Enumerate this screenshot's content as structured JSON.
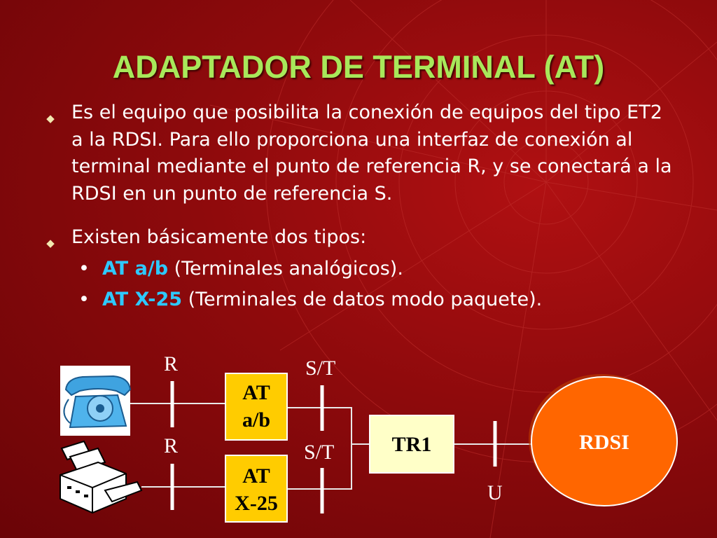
{
  "slide": {
    "title": "ADAPTADOR DE TERMINAL (AT)",
    "bullets": [
      "Es el equipo que posibilita la conexión de equipos del tipo ET2 a la RDSI. Para ello proporciona una interfaz de conexión al terminal mediante el punto de referencia R, y se conectará a la RDSI en un punto de referencia S.",
      "Existen básicamente dos tipos:"
    ],
    "sub_bullets": [
      {
        "marker": "•",
        "highlight": "AT a/b",
        "text": " (Terminales analógicos)."
      },
      {
        "marker": "•",
        "highlight": "AT X-25",
        "text": " (Terminales de datos modo paquete)."
      }
    ]
  },
  "diagram": {
    "ref_r_top": "R",
    "ref_r_bottom": "R",
    "ref_st_top": "S/T",
    "ref_st_bottom": "S/T",
    "ref_u": "U",
    "at_ab_line1": "AT",
    "at_ab_line2": "a/b",
    "at_x25_line1": "AT",
    "at_x25_line2": "X-25",
    "tr1": "TR1",
    "rdsi": "RDSI"
  },
  "colors": {
    "background": "#8e0a0c",
    "title": "#a8e85a",
    "highlight": "#2ec9ff",
    "box_fill": "#ffcc00",
    "tr1_fill": "#ffffc8",
    "rdsi_fill": "#ff6600"
  },
  "icons": [
    "telephone-icon",
    "fax-machine-icon"
  ]
}
